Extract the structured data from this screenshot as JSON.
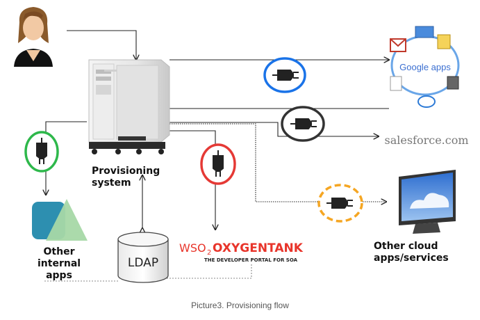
{
  "labels": {
    "provisioning_line1": "Provisioning",
    "provisioning_line2": "system",
    "other_internal_line1": "Other",
    "other_internal_line2": "internal",
    "other_internal_line3": "apps",
    "other_cloud_line1": "Other cloud",
    "other_cloud_line2": "apps/services",
    "ldap": "LDAP"
  },
  "logos": {
    "google_apps": "Google apps",
    "salesforce": "salesforce.com",
    "wso2_prefix": "WSO",
    "wso2_sub": "2",
    "wso2_main": "OXYGENTANK",
    "wso2_tagline": "THE DEVELOPER PORTAL FOR SOA"
  },
  "caption": "Picture3. Provisioning flow",
  "colors": {
    "google_ring": "#1a73e8",
    "salesforce_ring": "#333333",
    "wso2_ring": "#e53935",
    "internal_ring": "#2eb84b",
    "cloud_ring": "#f5a623",
    "wso2_red": "#e8342a"
  }
}
